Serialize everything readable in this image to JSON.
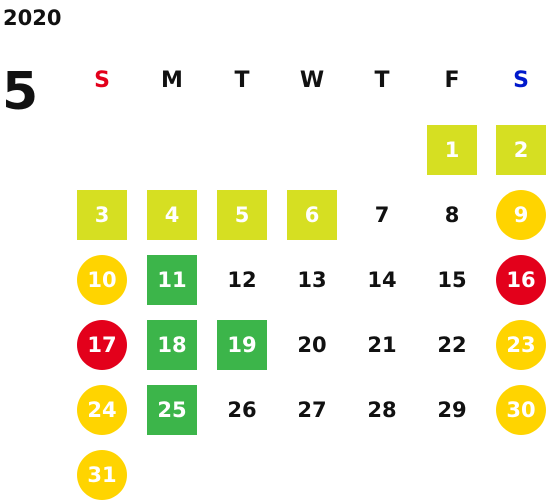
{
  "year": "2020",
  "month": "5",
  "weekdays": [
    {
      "label": "S",
      "color": "#e3001b"
    },
    {
      "label": "M",
      "color": "#111111"
    },
    {
      "label": "T",
      "color": "#111111"
    },
    {
      "label": "W",
      "color": "#111111"
    },
    {
      "label": "T",
      "color": "#111111"
    },
    {
      "label": "F",
      "color": "#111111"
    },
    {
      "label": "S",
      "color": "#0019cc"
    }
  ],
  "legend_colors": {
    "yellow_green": "#d6df22",
    "green": "#3cb54a",
    "yellow": "#ffd400",
    "red": "#e3001b"
  },
  "weeks": [
    [
      null,
      null,
      null,
      null,
      null,
      {
        "day": "1",
        "style": "yellow-green"
      },
      {
        "day": "2",
        "style": "yellow-green"
      }
    ],
    [
      {
        "day": "3",
        "style": "yellow-green"
      },
      {
        "day": "4",
        "style": "yellow-green"
      },
      {
        "day": "5",
        "style": "yellow-green"
      },
      {
        "day": "6",
        "style": "yellow-green"
      },
      {
        "day": "7",
        "style": "plain"
      },
      {
        "day": "8",
        "style": "plain"
      },
      {
        "day": "9",
        "style": "yellow"
      }
    ],
    [
      {
        "day": "10",
        "style": "yellow"
      },
      {
        "day": "11",
        "style": "green"
      },
      {
        "day": "12",
        "style": "plain"
      },
      {
        "day": "13",
        "style": "plain"
      },
      {
        "day": "14",
        "style": "plain"
      },
      {
        "day": "15",
        "style": "plain"
      },
      {
        "day": "16",
        "style": "red"
      }
    ],
    [
      {
        "day": "17",
        "style": "red"
      },
      {
        "day": "18",
        "style": "green"
      },
      {
        "day": "19",
        "style": "green"
      },
      {
        "day": "20",
        "style": "plain"
      },
      {
        "day": "21",
        "style": "plain"
      },
      {
        "day": "22",
        "style": "plain"
      },
      {
        "day": "23",
        "style": "yellow"
      }
    ],
    [
      {
        "day": "24",
        "style": "yellow"
      },
      {
        "day": "25",
        "style": "green"
      },
      {
        "day": "26",
        "style": "plain"
      },
      {
        "day": "27",
        "style": "plain"
      },
      {
        "day": "28",
        "style": "plain"
      },
      {
        "day": "29",
        "style": "plain"
      },
      {
        "day": "30",
        "style": "yellow"
      }
    ],
    [
      {
        "day": "31",
        "style": "yellow"
      },
      null,
      null,
      null,
      null,
      null,
      null
    ]
  ]
}
